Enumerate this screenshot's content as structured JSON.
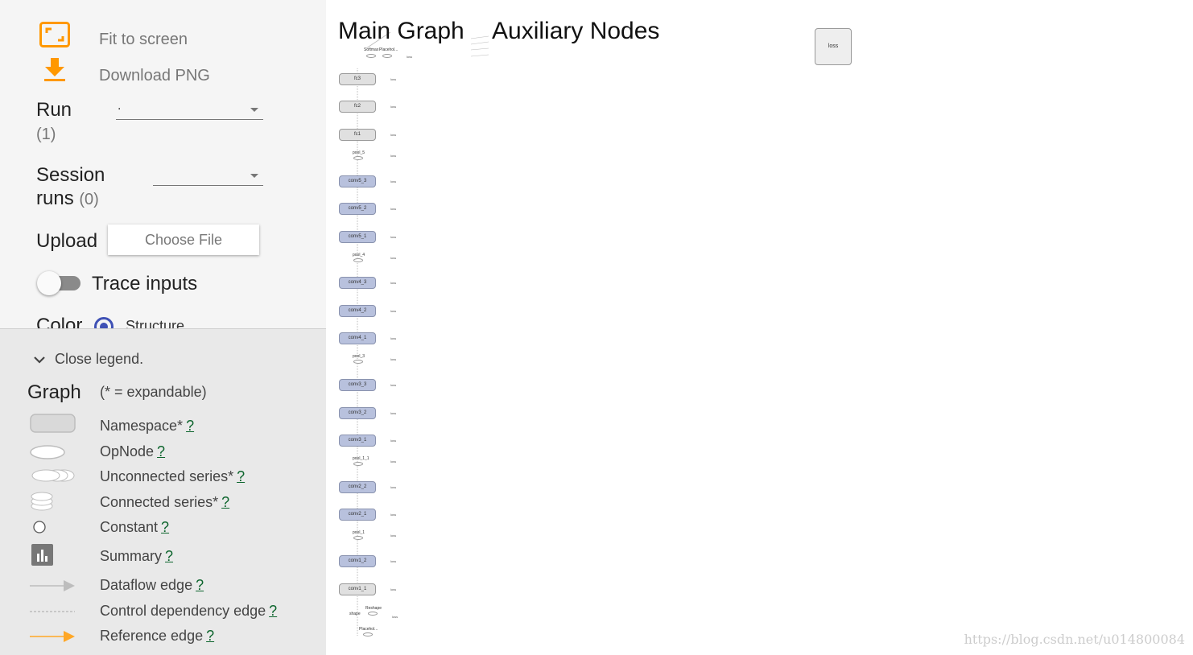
{
  "controls": {
    "fit_to_screen": "Fit to screen",
    "download_png": "Download PNG",
    "run_label": "Run",
    "run_count": "(1)",
    "run_value": ".",
    "session_label_1": "Session",
    "session_label_2": "runs",
    "session_count": "(0)",
    "session_value": "",
    "upload_label": "Upload",
    "choose_file": "Choose File",
    "trace_inputs": "Trace inputs",
    "color_label": "Color",
    "color_option": "Structure",
    "accent": "#ff9800"
  },
  "legend": {
    "close": "Close legend.",
    "title": "Graph",
    "subtitle": "(* = expandable)",
    "help": "?",
    "items": [
      {
        "label": "Namespace*",
        "icon": "namespace-icon"
      },
      {
        "label": "OpNode",
        "icon": "opnode-icon"
      },
      {
        "label": "Unconnected series*",
        "icon": "unconnected-series-icon"
      },
      {
        "label": "Connected series*",
        "icon": "connected-series-icon"
      },
      {
        "label": "Constant",
        "icon": "constant-icon"
      },
      {
        "label": "Summary",
        "icon": "summary-icon"
      },
      {
        "label": "Dataflow edge",
        "icon": "dataflow-edge-icon"
      },
      {
        "label": "Control dependency edge",
        "icon": "control-dependency-edge-icon"
      },
      {
        "label": "Reference edge",
        "icon": "reference-edge-icon"
      }
    ],
    "reference_color": "#ffa726"
  },
  "graph": {
    "main_title": "Main Graph",
    "aux_title": "Auxiliary Nodes",
    "loss_node": "loss",
    "small_loss": "loss",
    "top_nodes": {
      "softmax": "Softmax",
      "placeholder": "Placehol..."
    },
    "bottom_nodes": {
      "reshape": "Reshape",
      "placeholder": "Placehol...",
      "shape": "shape"
    },
    "nodes": [
      {
        "label": "fc3",
        "kind": "fc"
      },
      {
        "label": "fc2",
        "kind": "fc"
      },
      {
        "label": "fc1",
        "kind": "fc"
      },
      {
        "label": "pool_5",
        "kind": "pool"
      },
      {
        "label": "conv5_3",
        "kind": "conv"
      },
      {
        "label": "conv5_2",
        "kind": "conv"
      },
      {
        "label": "conv5_1",
        "kind": "conv"
      },
      {
        "label": "pool_4",
        "kind": "pool"
      },
      {
        "label": "conv4_3",
        "kind": "conv"
      },
      {
        "label": "conv4_2",
        "kind": "conv"
      },
      {
        "label": "conv4_1",
        "kind": "conv"
      },
      {
        "label": "pool_3",
        "kind": "pool"
      },
      {
        "label": "conv3_3",
        "kind": "conv"
      },
      {
        "label": "conv3_2",
        "kind": "conv"
      },
      {
        "label": "conv3_1",
        "kind": "conv"
      },
      {
        "label": "pool_1_1",
        "kind": "pool"
      },
      {
        "label": "conv2_2",
        "kind": "conv"
      },
      {
        "label": "conv2_1",
        "kind": "conv"
      },
      {
        "label": "pool_1",
        "kind": "pool"
      },
      {
        "label": "conv1_2",
        "kind": "conv"
      },
      {
        "label": "conv1_1",
        "kind": "fc"
      }
    ]
  },
  "watermark": "https://blog.csdn.net/u014800084"
}
